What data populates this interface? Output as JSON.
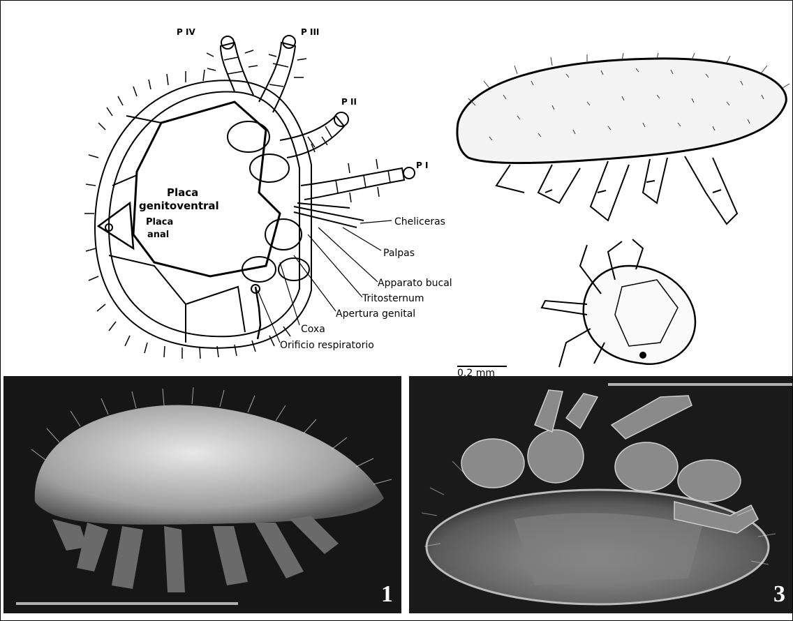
{
  "figure": {
    "leg_labels": [
      "P IV",
      "P III",
      "P II",
      "P I"
    ],
    "body_labels": [
      "Placa",
      "genitoventral",
      "Placa",
      "anal"
    ],
    "callouts": [
      "Cheliceras",
      "Palpas",
      "Apparato bucal",
      "Tritosternum",
      "Apertura genital",
      "Coxa",
      "Orificio respiratorio"
    ],
    "scale_bar": "0.2 mm",
    "panel_numbers": [
      "1",
      "3"
    ]
  }
}
